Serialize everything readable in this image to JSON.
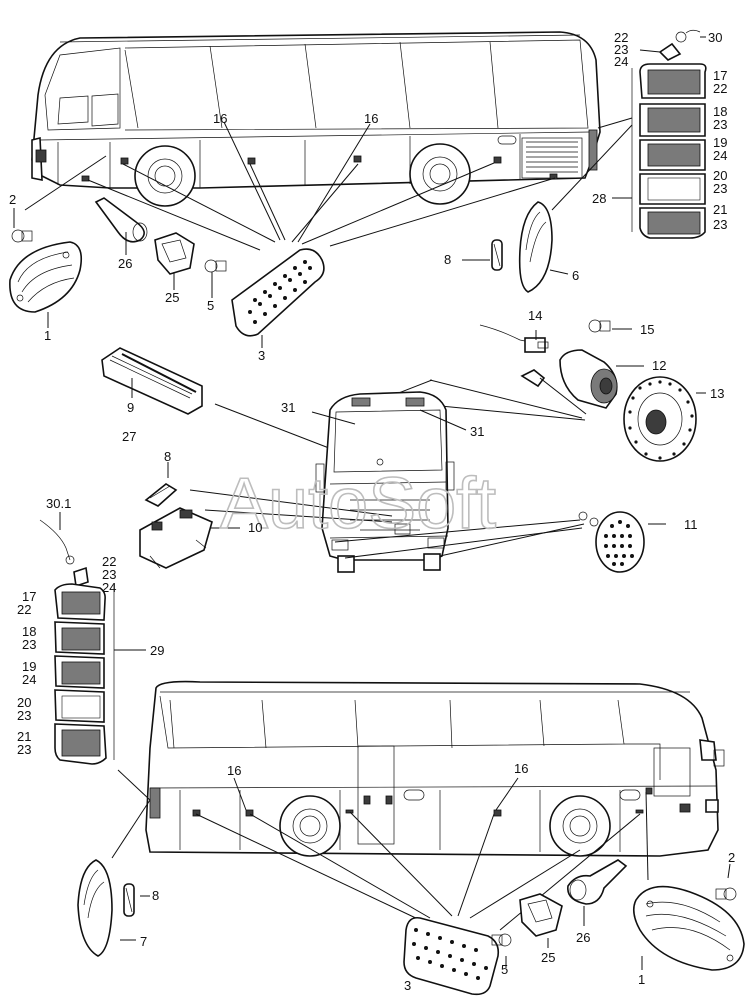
{
  "watermark": "AutoSoft",
  "labels": {
    "l1_tl": "1",
    "l2_tl": "2",
    "l26_tl": "26",
    "l25_tl": "25",
    "l5_tl": "5",
    "l3_tl": "3",
    "l16_a": "16",
    "l16_b": "16",
    "l22_a": "22",
    "l23_a": "23",
    "l24_a": "24",
    "l30": "30",
    "l17_a": "17",
    "l22_b": "22",
    "l18_a": "18",
    "l23_b": "23",
    "l19_a": "19",
    "l24_b": "24",
    "l20_a": "20",
    "l23_c": "23",
    "l21_a": "21",
    "l23_d": "23",
    "l28": "28",
    "l8_tr": "8",
    "l6": "6",
    "l14": "14",
    "l15": "15",
    "l12": "12",
    "l13": "13",
    "l9": "9",
    "l27": "27",
    "l31_a": "31",
    "l31_b": "31",
    "l8_mid": "8",
    "l10": "10",
    "l11": "11",
    "l301": "30.1",
    "l22_c": "22",
    "l23_e": "23",
    "l24_c": "24",
    "l17_b": "17",
    "l22_d": "22",
    "l18_b": "18",
    "l23_f": "23",
    "l19_b": "19",
    "l24_d": "24",
    "l20_b": "20",
    "l23_g": "23",
    "l21_b": "21",
    "l23_h": "23",
    "l29": "29",
    "l16_c": "16",
    "l16_d": "16",
    "l8_bl": "8",
    "l7": "7",
    "l3_b": "3",
    "l5_b": "5",
    "l25_b": "25",
    "l26_b": "26",
    "l1_br": "1",
    "l2_br": "2"
  }
}
